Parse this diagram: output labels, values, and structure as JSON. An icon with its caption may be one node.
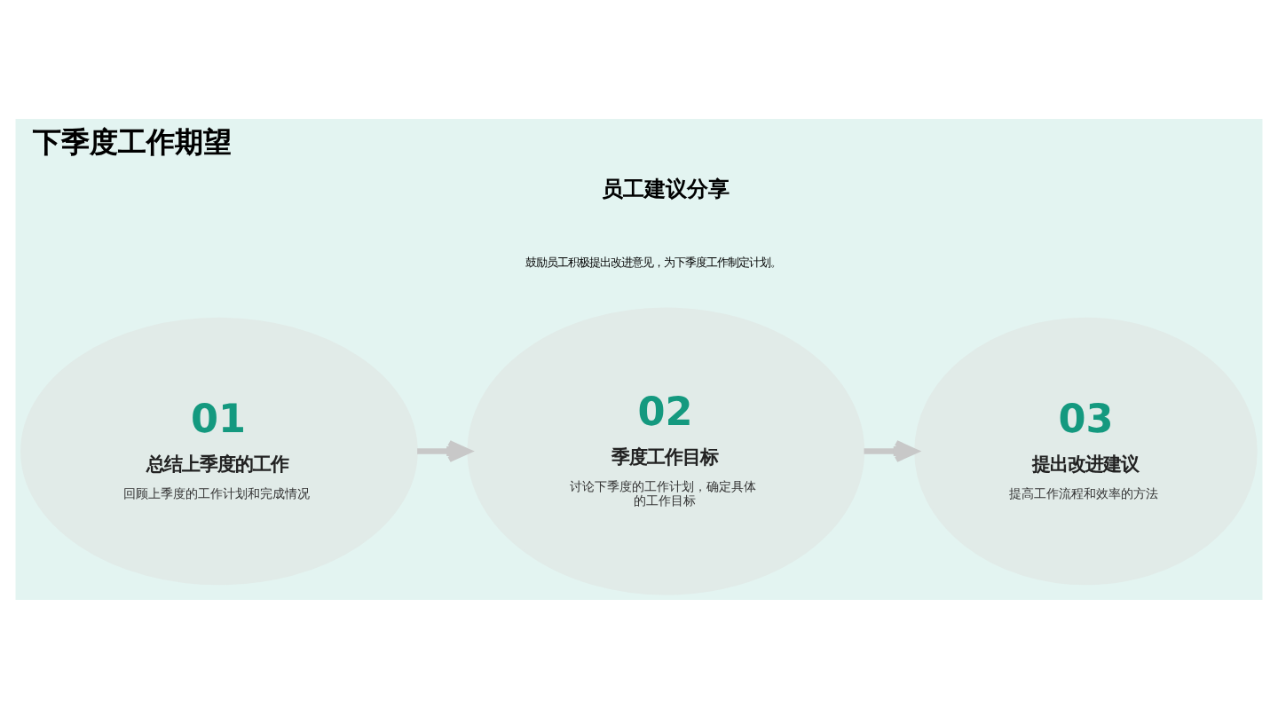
{
  "diagram": {
    "title": "下季度工作期望",
    "nodes": [
      {
        "text": [
          "01",
          "总结上季度的工作",
          "回顾上季度的工作计划和完成情况"
        ]
      },
      {
        "text": [
          "02",
          "季度工作目标",
          "讨论下季度的工作计划，确定具体的工作目标"
        ]
      },
      {
        "text": [
          "03",
          "提出改进建议",
          "提高工作流程和效率的方法"
        ]
      }
    ],
    "edges": [
      {
        "from": 0,
        "to": 1,
        "arrow": "to"
      },
      {
        "from": 1,
        "to": 2,
        "arrow": "to"
      }
    ],
    "labels": [
      "员工建议分享",
      "鼓励员工积极提出改进意见，为下季度工作制定计划。"
    ]
  }
}
